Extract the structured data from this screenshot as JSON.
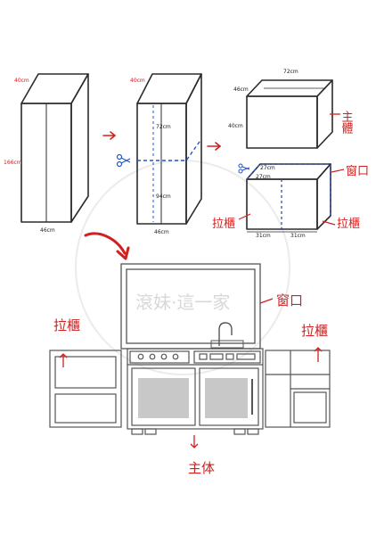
{
  "watermark": "滾妹·這一家",
  "step1": {
    "depth": "40cm",
    "height": "166cm",
    "width": "46cm"
  },
  "step2": {
    "depth": "40cm",
    "cut_upper": "72cm",
    "cut_lower": "94cm",
    "width": "46cm"
  },
  "step3_top": {
    "depth": "46cm",
    "width": "72cm",
    "height": "40cm",
    "label": "主體"
  },
  "step3_bottom": {
    "top_a": "27cm",
    "top_b": "27cm",
    "bottom_a": "31cm",
    "bottom_b": "31cm",
    "label_window": "窗口",
    "label_drawer_left": "拉櫃",
    "label_drawer_right": "拉櫃"
  },
  "final": {
    "window": "窗口",
    "drawer_left": "拉櫃",
    "drawer_right": "拉櫃",
    "main": "主体"
  },
  "colors": {
    "ink": "#2b2b2b",
    "accent": "#d02020",
    "cut": "#2255cc",
    "panel": "#c8c8c8",
    "watermark": "#bdbdbd"
  }
}
